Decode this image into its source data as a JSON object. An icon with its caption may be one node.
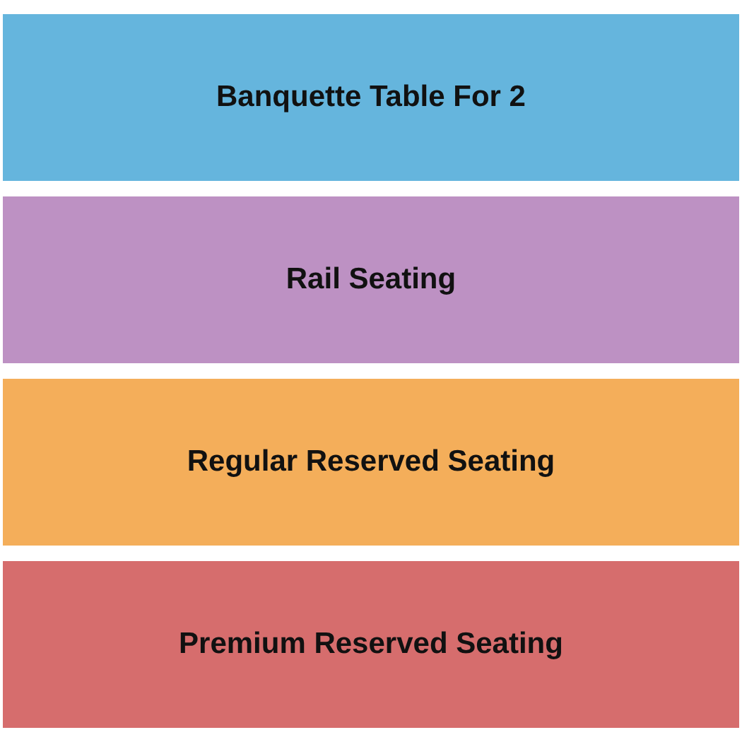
{
  "diagram": {
    "nodes": [
      {
        "text": [
          "Banquette Table For 2"
        ]
      },
      {
        "text": [
          "Rail Seating"
        ]
      },
      {
        "text": [
          "Regular Reserved Seating"
        ]
      },
      {
        "text": [
          "Premium Reserved Seating"
        ]
      }
    ]
  }
}
